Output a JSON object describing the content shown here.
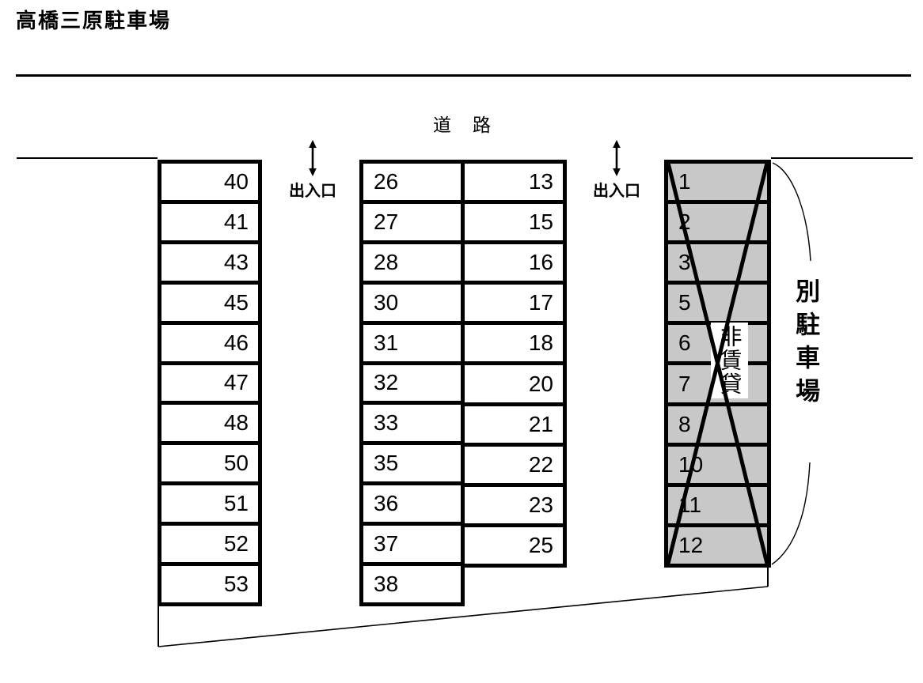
{
  "title": "高橋三原駐車場",
  "road": {
    "label": "道　路"
  },
  "entrances": {
    "left_label": "出入口",
    "right_label": "出入口"
  },
  "tables": {
    "left": {
      "spaces": [
        "40",
        "41",
        "43",
        "45",
        "46",
        "47",
        "48",
        "50",
        "51",
        "52",
        "53"
      ]
    },
    "middle_left": {
      "spaces": [
        "26",
        "27",
        "28",
        "30",
        "31",
        "32",
        "33",
        "35",
        "36",
        "37",
        "38"
      ]
    },
    "middle_right": {
      "spaces": [
        "13",
        "15",
        "16",
        "17",
        "18",
        "20",
        "21",
        "22",
        "23",
        "25"
      ]
    },
    "closed": {
      "spaces": [
        "1",
        "2",
        "3",
        "5",
        "6",
        "7",
        "8",
        "10",
        "11",
        "12"
      ],
      "status_label": "非賃貸"
    }
  },
  "side_note": {
    "label": "別駐車場"
  },
  "colors": {
    "closed_fill": "#c8c8c8",
    "line": "#000000",
    "background": "#ffffff"
  }
}
